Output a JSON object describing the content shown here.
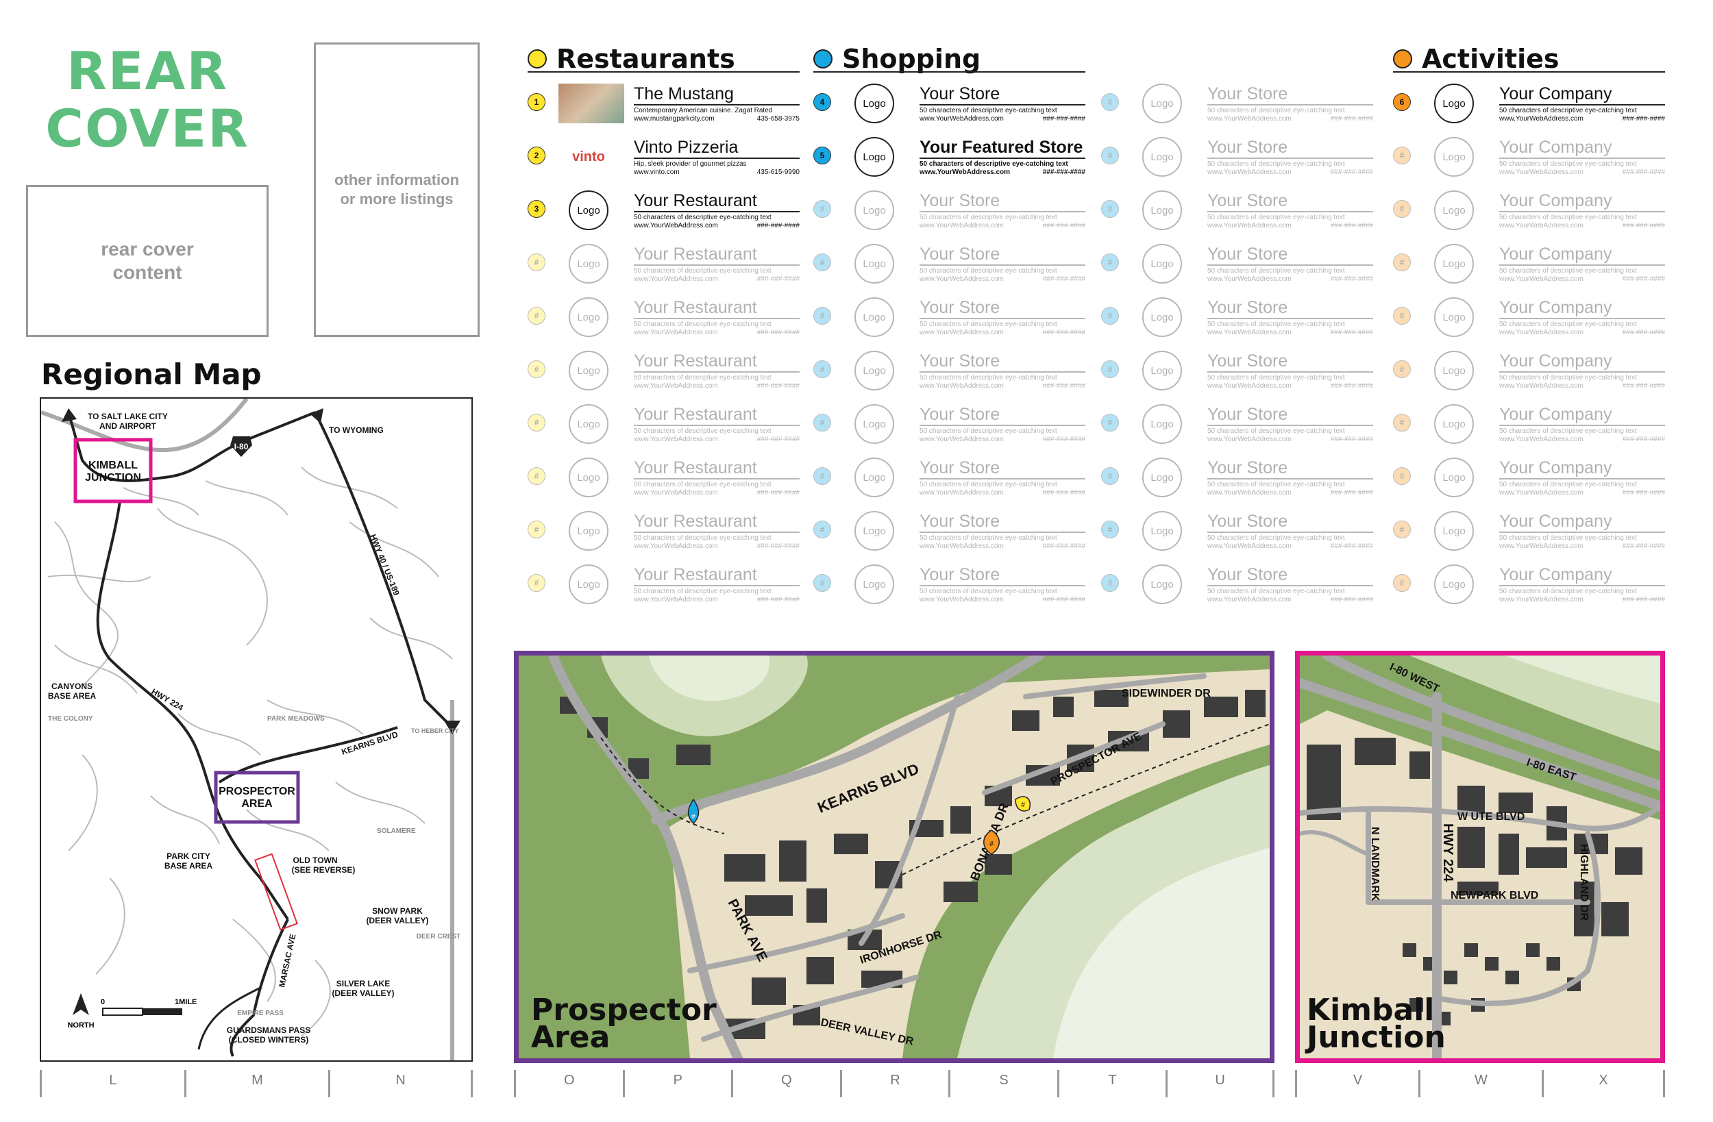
{
  "rear_cover": {
    "title_line1": "REAR",
    "title_line2": "COVER",
    "content_box": "rear cover content",
    "other_box": "other information or more listings"
  },
  "sections": {
    "restaurants": {
      "title": "Restaurants",
      "color": "#ffe52c"
    },
    "shopping": {
      "title": "Shopping",
      "color": "#17a8e3"
    },
    "activities": {
      "title": "Activities",
      "color": "#f7941d"
    }
  },
  "restaurants": [
    {
      "num": "1",
      "logo": "",
      "name": "The Mustang",
      "desc": "Contemporary American cuisine. Zagat Rated",
      "url": "www.mustangparkcity.com",
      "phone": "435-658-3975"
    },
    {
      "num": "2",
      "logo": "vinto",
      "name": "Vinto Pizzeria",
      "desc": "Hip, sleek provider of gourmet pizzas",
      "url": "www.vinto.com",
      "phone": "435-615-9990"
    },
    {
      "num": "3",
      "logo": "Logo",
      "name": "Your Restaurant",
      "desc": "50 characters of descriptive eye-catching text",
      "url": "www.YourWebAddress.com",
      "phone": "###-###-####"
    },
    {
      "num": "#",
      "logo": "Logo",
      "name": "Your Restaurant",
      "desc": "50 characters of descriptive eye-catching text",
      "url": "www.YourWebAddress.com",
      "phone": "###-###-####"
    },
    {
      "num": "#",
      "logo": "Logo",
      "name": "Your Restaurant",
      "desc": "50 characters of descriptive eye-catching text",
      "url": "www.YourWebAddress.com",
      "phone": "###-###-####"
    },
    {
      "num": "#",
      "logo": "Logo",
      "name": "Your Restaurant",
      "desc": "50 characters of descriptive eye-catching text",
      "url": "www.YourWebAddress.com",
      "phone": "###-###-####"
    },
    {
      "num": "#",
      "logo": "Logo",
      "name": "Your Restaurant",
      "desc": "50 characters of descriptive eye-catching text",
      "url": "www.YourWebAddress.com",
      "phone": "###-###-####"
    },
    {
      "num": "#",
      "logo": "Logo",
      "name": "Your Restaurant",
      "desc": "50 characters of descriptive eye-catching text",
      "url": "www.YourWebAddress.com",
      "phone": "###-###-####"
    },
    {
      "num": "#",
      "logo": "Logo",
      "name": "Your Restaurant",
      "desc": "50 characters of descriptive eye-catching text",
      "url": "www.YourWebAddress.com",
      "phone": "###-###-####"
    },
    {
      "num": "#",
      "logo": "Logo",
      "name": "Your Restaurant",
      "desc": "50 characters of descriptive eye-catching text",
      "url": "www.YourWebAddress.com",
      "phone": "###-###-####"
    }
  ],
  "shopping_col1": [
    {
      "num": "4",
      "logo": "Logo",
      "name": "Your Store",
      "desc": "50 characters of descriptive eye-catching text",
      "url": "www.YourWebAddress.com",
      "phone": "###-###-####"
    },
    {
      "num": "5",
      "logo": "Logo",
      "name": "Your Featured Store",
      "desc": "50 characters of descriptive eye-catching text",
      "url": "www.YourWebAddress.com",
      "phone": "###-###-####"
    },
    {
      "num": "#",
      "logo": "Logo",
      "name": "Your Store",
      "desc": "50 characters of descriptive eye-catching text",
      "url": "www.YourWebAddress.com",
      "phone": "###-###-####"
    },
    {
      "num": "#",
      "logo": "Logo",
      "name": "Your Store",
      "desc": "50 characters of descriptive eye-catching text",
      "url": "www.YourWebAddress.com",
      "phone": "###-###-####"
    },
    {
      "num": "#",
      "logo": "Logo",
      "name": "Your Store",
      "desc": "50 characters of descriptive eye-catching text",
      "url": "www.YourWebAddress.com",
      "phone": "###-###-####"
    },
    {
      "num": "#",
      "logo": "Logo",
      "name": "Your Store",
      "desc": "50 characters of descriptive eye-catching text",
      "url": "www.YourWebAddress.com",
      "phone": "###-###-####"
    },
    {
      "num": "#",
      "logo": "Logo",
      "name": "Your Store",
      "desc": "50 characters of descriptive eye-catching text",
      "url": "www.YourWebAddress.com",
      "phone": "###-###-####"
    },
    {
      "num": "#",
      "logo": "Logo",
      "name": "Your Store",
      "desc": "50 characters of descriptive eye-catching text",
      "url": "www.YourWebAddress.com",
      "phone": "###-###-####"
    },
    {
      "num": "#",
      "logo": "Logo",
      "name": "Your Store",
      "desc": "50 characters of descriptive eye-catching text",
      "url": "www.YourWebAddress.com",
      "phone": "###-###-####"
    },
    {
      "num": "#",
      "logo": "Logo",
      "name": "Your Store",
      "desc": "50 characters of descriptive eye-catching text",
      "url": "www.YourWebAddress.com",
      "phone": "###-###-####"
    }
  ],
  "shopping_col2": [
    {
      "num": "#",
      "logo": "Logo",
      "name": "Your Store",
      "desc": "50 characters of descriptive eye-catching text",
      "url": "www.YourWebAddress.com",
      "phone": "###-###-####"
    },
    {
      "num": "#",
      "logo": "Logo",
      "name": "Your Store",
      "desc": "50 characters of descriptive eye-catching text",
      "url": "www.YourWebAddress.com",
      "phone": "###-###-####"
    },
    {
      "num": "#",
      "logo": "Logo",
      "name": "Your Store",
      "desc": "50 characters of descriptive eye-catching text",
      "url": "www.YourWebAddress.com",
      "phone": "###-###-####"
    },
    {
      "num": "#",
      "logo": "Logo",
      "name": "Your Store",
      "desc": "50 characters of descriptive eye-catching text",
      "url": "www.YourWebAddress.com",
      "phone": "###-###-####"
    },
    {
      "num": "#",
      "logo": "Logo",
      "name": "Your Store",
      "desc": "50 characters of descriptive eye-catching text",
      "url": "www.YourWebAddress.com",
      "phone": "###-###-####"
    },
    {
      "num": "#",
      "logo": "Logo",
      "name": "Your Store",
      "desc": "50 characters of descriptive eye-catching text",
      "url": "www.YourWebAddress.com",
      "phone": "###-###-####"
    },
    {
      "num": "#",
      "logo": "Logo",
      "name": "Your Store",
      "desc": "50 characters of descriptive eye-catching text",
      "url": "www.YourWebAddress.com",
      "phone": "###-###-####"
    },
    {
      "num": "#",
      "logo": "Logo",
      "name": "Your Store",
      "desc": "50 characters of descriptive eye-catching text",
      "url": "www.YourWebAddress.com",
      "phone": "###-###-####"
    },
    {
      "num": "#",
      "logo": "Logo",
      "name": "Your Store",
      "desc": "50 characters of descriptive eye-catching text",
      "url": "www.YourWebAddress.com",
      "phone": "###-###-####"
    },
    {
      "num": "#",
      "logo": "Logo",
      "name": "Your Store",
      "desc": "50 characters of descriptive eye-catching text",
      "url": "www.YourWebAddress.com",
      "phone": "###-###-####"
    }
  ],
  "activities": [
    {
      "num": "6",
      "logo": "Logo",
      "name": "Your Company",
      "desc": "50 characters of descriptive eye-catching text",
      "url": "www.YourWebAddress.com",
      "phone": "###-###-####"
    },
    {
      "num": "#",
      "logo": "Logo",
      "name": "Your Company",
      "desc": "50 characters of descriptive eye-catching text",
      "url": "www.YourWebAddress.com",
      "phone": "###-###-####"
    },
    {
      "num": "#",
      "logo": "Logo",
      "name": "Your Company",
      "desc": "50 characters of descriptive eye-catching text",
      "url": "www.YourWebAddress.com",
      "phone": "###-###-####"
    },
    {
      "num": "#",
      "logo": "Logo",
      "name": "Your Company",
      "desc": "50 characters of descriptive eye-catching text",
      "url": "www.YourWebAddress.com",
      "phone": "###-###-####"
    },
    {
      "num": "#",
      "logo": "Logo",
      "name": "Your Company",
      "desc": "50 characters of descriptive eye-catching text",
      "url": "www.YourWebAddress.com",
      "phone": "###-###-####"
    },
    {
      "num": "#",
      "logo": "Logo",
      "name": "Your Company",
      "desc": "50 characters of descriptive eye-catching text",
      "url": "www.YourWebAddress.com",
      "phone": "###-###-####"
    },
    {
      "num": "#",
      "logo": "Logo",
      "name": "Your Company",
      "desc": "50 characters of descriptive eye-catching text",
      "url": "www.YourWebAddress.com",
      "phone": "###-###-####"
    },
    {
      "num": "#",
      "logo": "Logo",
      "name": "Your Company",
      "desc": "50 characters of descriptive eye-catching text",
      "url": "www.YourWebAddress.com",
      "phone": "###-###-####"
    },
    {
      "num": "#",
      "logo": "Logo",
      "name": "Your Company",
      "desc": "50 characters of descriptive eye-catching text",
      "url": "www.YourWebAddress.com",
      "phone": "###-###-####"
    },
    {
      "num": "#",
      "logo": "Logo",
      "name": "Your Company",
      "desc": "50 characters of descriptive eye-catching text",
      "url": "www.YourWebAddress.com",
      "phone": "###-###-####"
    }
  ],
  "regional_map": {
    "title": "Regional Map",
    "labels": {
      "slc": "TO SALT LAKE CITY",
      "slc2": "AND AIRPORT",
      "wyoming": "TO WYOMING",
      "i80": "I-80",
      "kimball1": "KIMBALL",
      "kimball2": "JUNCTION",
      "hwy40": "HWY 40 / US-189",
      "canyons1": "CANYONS",
      "canyons2": "BASE AREA",
      "colony": "THE COLONY",
      "hwy224": "HWY 224",
      "parkmeadows": "PARK MEADOWS",
      "toheber": "TO HEBER CITY",
      "kearns": "KEARNS BLVD",
      "prospector1": "PROSPECTOR",
      "prospector2": "AREA",
      "solamere": "SOLAMERE",
      "pcbase1": "PARK CITY",
      "pcbase2": "BASE AREA",
      "oldtown1": "OLD TOWN",
      "oldtown2": "(SEE REVERSE)",
      "snowpark1": "SNOW PARK",
      "snowpark2": "(DEER VALLEY)",
      "deercrest": "DEER CREST",
      "marsac": "MARSAC AVE",
      "silver1": "SILVER LAKE",
      "silver2": "(DEER VALLEY)",
      "empire": "EMPIRE PASS",
      "guards1": "GUARDSMANS PASS",
      "guards2": "(CLOSED WINTERS)",
      "north": "NORTH",
      "scale0": "0",
      "scale1": "1MILE"
    },
    "colors": {
      "kimball": "#e2168f",
      "prospector": "#6a3a93"
    }
  },
  "prospector_map": {
    "title_line1": "Prospector",
    "title_line2": "Area",
    "border_color": "#6a3a93",
    "streets": {
      "kearns": "KEARNS BLVD",
      "sidewinder": "SIDEWINDER DR",
      "prospector": "PROSPECTOR AVE",
      "bonanza": "BONANZA DR",
      "park": "PARK AVE",
      "ironhorse": "IRONHORSE DR",
      "deervalley": "DEER VALLEY DR"
    },
    "markers": {
      "shop": "#",
      "rest": "#",
      "act": "#"
    }
  },
  "kimball_map": {
    "title_line1": "Kimball",
    "title_line2": "Junction",
    "border_color": "#e2168f",
    "streets": {
      "i80w": "I-80 WEST",
      "i80e": "I-80 EAST",
      "ute": "W UTE BLVD",
      "landmark": "N LANDMARK",
      "hwy224": "HWY 224",
      "newpark": "NEWPARK BLVD",
      "highland": "HIGHLAND DR"
    }
  },
  "grid": {
    "left": [
      "L",
      "M",
      "N"
    ],
    "middle": [
      "O",
      "P",
      "Q",
      "R",
      "S",
      "T",
      "U"
    ],
    "right": [
      "V",
      "W",
      "X"
    ]
  }
}
